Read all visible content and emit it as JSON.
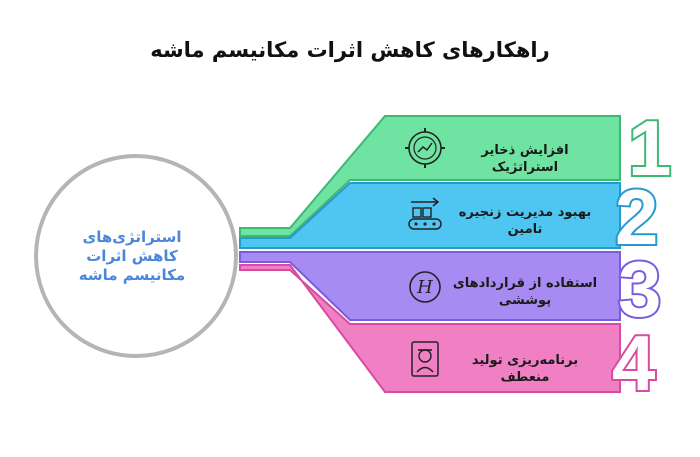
{
  "title": "راهکارهای کاهش اثرات مکانیسم ماشه",
  "hub": {
    "label": "استراتژی‌های کاهش اثرات مکانیسم ماشه"
  },
  "strips": [
    {
      "number": "1",
      "label": "افزایش ذخایر استراتژیک",
      "icon": "gear-chart-icon",
      "fill": "#6fe3a1",
      "stroke": "#3fb873"
    },
    {
      "number": "2",
      "label": "بهبود مدیریت زنجیره تامین",
      "icon": "conveyor-icon",
      "fill": "#4fc6f2",
      "stroke": "#2899cf"
    },
    {
      "number": "3",
      "label": "استفاده از قراردادهای پوششی",
      "icon": "hedge-icon",
      "fill": "#a78bf2",
      "stroke": "#7a5ce0"
    },
    {
      "number": "4",
      "label": "برنامه‌ریزی تولید منعطف",
      "icon": "worker-icon",
      "fill": "#f07fc4",
      "stroke": "#d94aa2"
    }
  ],
  "colors": {
    "hub_ring": "#b5b5b5",
    "hub_text": "#4a86d9"
  }
}
